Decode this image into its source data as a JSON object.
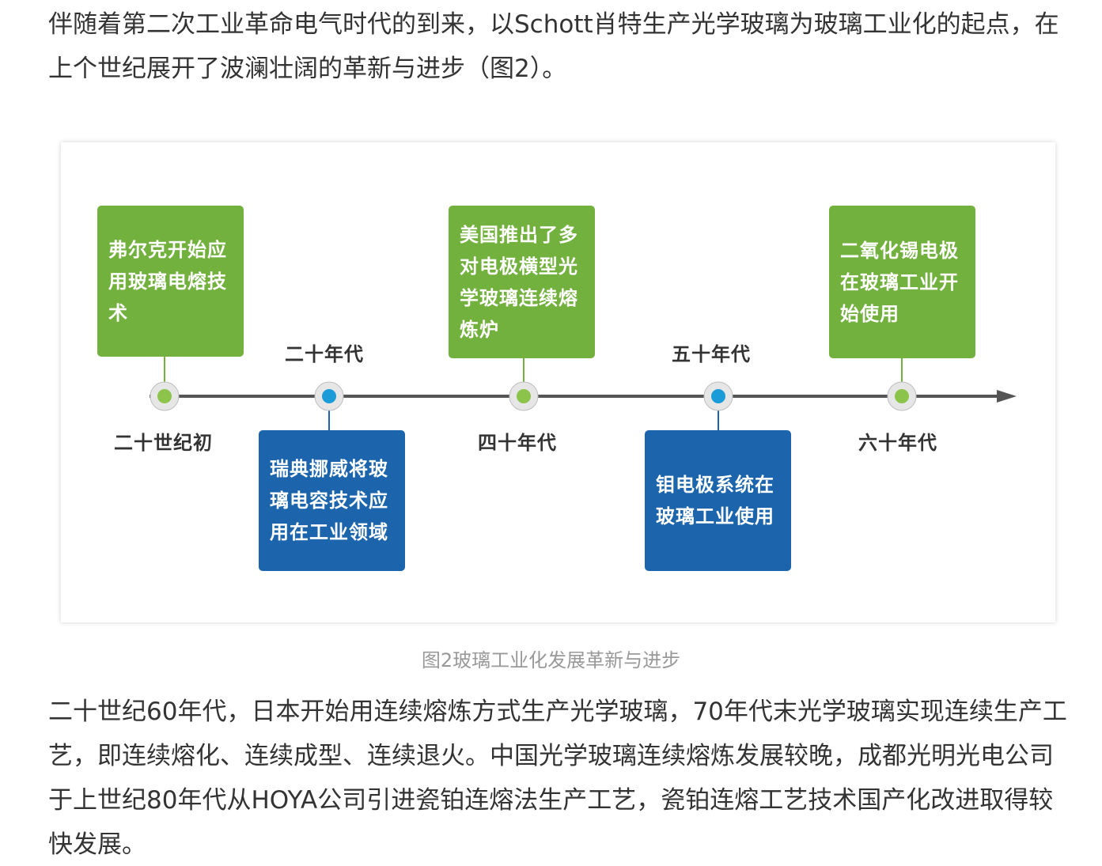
{
  "paragraph_top": "伴随着第二次工业革命电气时代的到来，以Schott肖特生产光学玻璃为玻璃工业化的起点，在上个世纪展开了波澜壮阔的革新与进步（图2）。",
  "figure": {
    "caption": "图2玻璃工业化发展革新与进步",
    "eras": [
      {
        "label": "二十世纪初",
        "event": "弗尔克开始应用玻璃电熔技术",
        "color": "#73b13f",
        "dot": "green"
      },
      {
        "label": "二十年代",
        "event": "瑞典挪威将玻璃电容技术应用在工业领域",
        "color": "#1c65ad",
        "dot": "blue"
      },
      {
        "label": "四十年代",
        "event": "美国推出了多对电极横型光学玻璃连续熔炼炉",
        "color": "#73b13f",
        "dot": "green"
      },
      {
        "label": "五十年代",
        "event": "钼电极系统在玻璃工业使用",
        "color": "#1c65ad",
        "dot": "blue"
      },
      {
        "label": "六十年代",
        "event": "二氧化锡电极在玻璃工业开始使用",
        "color": "#73b13f",
        "dot": "green"
      }
    ]
  },
  "paragraph_bottom": "二十世纪60年代，日本开始用连续熔炼方式生产光学玻璃，70年代末光学玻璃实现连续生产工艺，即连续熔化、连续成型、连续退火。中国光学玻璃连续熔炼发展较晚，成都光明光电公司于上世纪80年代从HOYA公司引进瓷铂连熔法生产工艺，瓷铂连熔工艺技术国产化改进取得较快发展。"
}
